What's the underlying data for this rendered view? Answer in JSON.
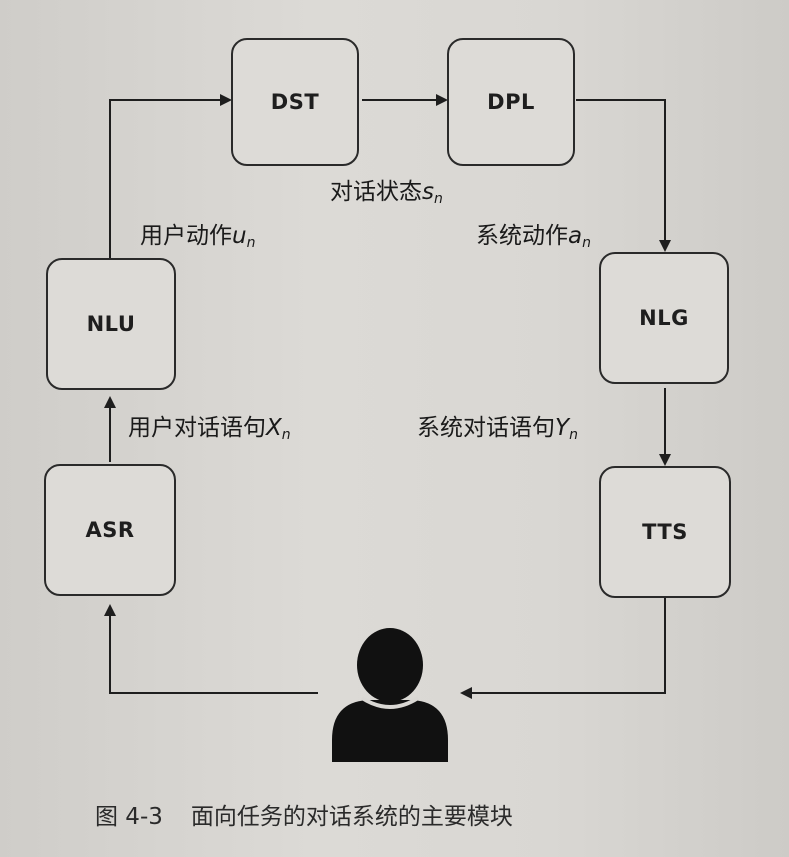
{
  "modules": {
    "dst": "DST",
    "dpl": "DPL",
    "nlu": "NLU",
    "nlg": "NLG",
    "asr": "ASR",
    "tts": "TTS"
  },
  "edges": {
    "dialog_state": {
      "text": "对话状态",
      "var": "s",
      "sub": "n"
    },
    "system_action": {
      "text": "系统动作",
      "var": "a",
      "sub": "n"
    },
    "user_action": {
      "text": "用户动作",
      "var": "u",
      "sub": "n"
    },
    "user_utterance": {
      "text": "用户对话语句",
      "var": "X",
      "sub": "n"
    },
    "system_utterance": {
      "text": "系统对话语句",
      "var": "Y",
      "sub": "n"
    }
  },
  "user": {
    "icon": "user-icon"
  },
  "caption": {
    "number": "图 4-3",
    "text": "面向任务的对话系统的主要模块"
  }
}
